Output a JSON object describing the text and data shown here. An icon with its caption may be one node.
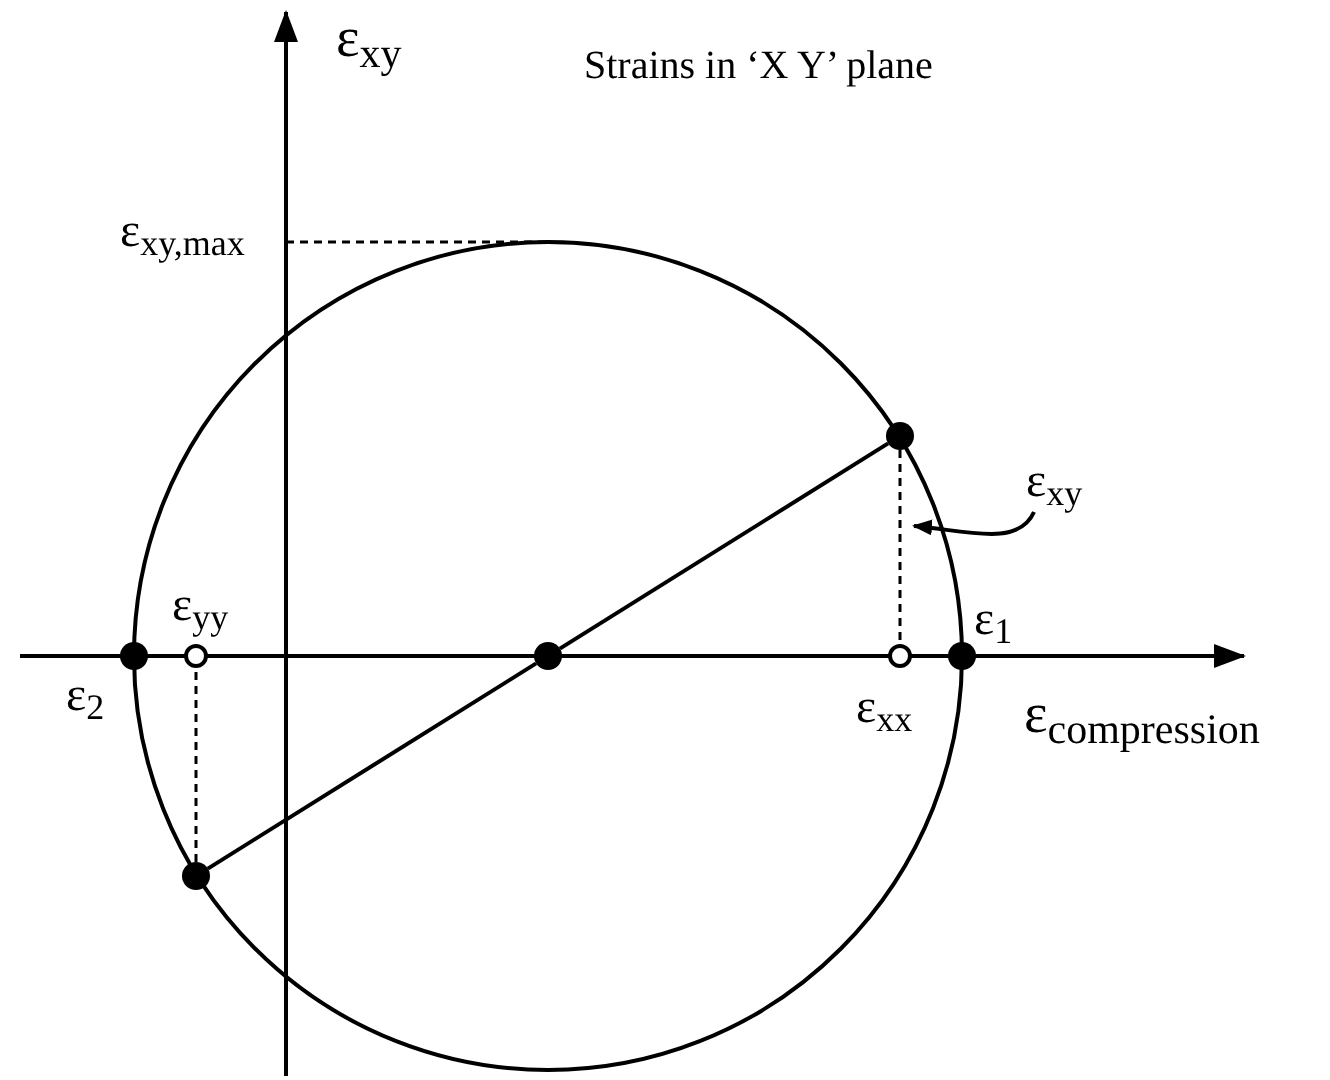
{
  "diagram": {
    "title": "Strains in ‘X Y’ plane",
    "nodes": [
      {
        "text": [
          "ε$_{xy}$"
        ]
      },
      {
        "text": [],
        "shape": "dot"
      },
      {
        "text": [],
        "shape": "dot"
      },
      {
        "text": [],
        "shape": "circle"
      },
      {
        "text": [],
        "shape": "dot"
      },
      {
        "text": [],
        "shape": "circle"
      },
      {
        "text": [],
        "shape": "dot"
      },
      {
        "text": [],
        "shape": "dot"
      }
    ],
    "edges": [
      {
        "from": 0,
        "to": null,
        "arrow": "to"
      },
      {
        "from": 1,
        "to": 4,
        "arrow": "none"
      },
      {
        "from": 4,
        "to": 7,
        "arrow": "none"
      },
      {
        "from": 1,
        "to": 5,
        "arrow": "none",
        "style": "dashed"
      },
      {
        "from": 7,
        "to": 3,
        "arrow": "none",
        "style": "dashed"
      }
    ],
    "labels": [
      "ε$_{xy}$",
      "ε$_{xy,max}$",
      "ε$_{yy}$",
      "ε$_{1}$",
      "ε$_{2}$",
      "ε$_{xx}$",
      "ε$_{compression}$"
    ]
  }
}
